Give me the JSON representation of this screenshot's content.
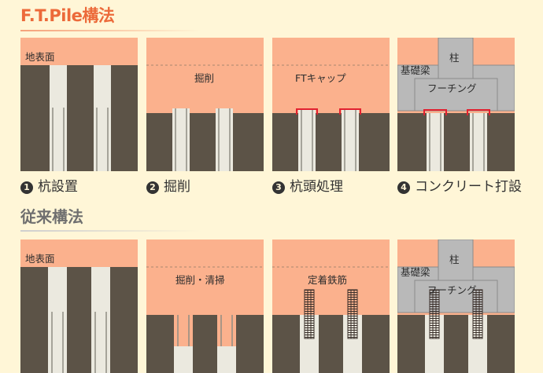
{
  "titles": {
    "ft": "F.T.Pile構法",
    "conventional": "従来構法"
  },
  "panels": {
    "ground_surface": "地表面",
    "excavation": "掘削",
    "ft_cap": "FTキャップ",
    "column": "柱",
    "foundation_beam": "基礎梁",
    "footing": "フーチング",
    "excavation_cleaning": "掘削・清掃",
    "anchoring_rebar": "定着鉄筋"
  },
  "steps": [
    {
      "num": "1",
      "label": "杭設置"
    },
    {
      "num": "2",
      "label": "掘削"
    },
    {
      "num": "3",
      "label": "杭頭処理"
    },
    {
      "num": "4",
      "label": "コンクリート打設"
    }
  ],
  "colors": {
    "soil": "#5c5347",
    "sky": "#fbb18d",
    "pile": "#ebe9df",
    "pile_edge": "#8f8c83",
    "concrete": "#b9b9b9",
    "cap": "#e2202f",
    "accent_title": "#ec6a3a",
    "gray_title": "#6f6f6f"
  }
}
